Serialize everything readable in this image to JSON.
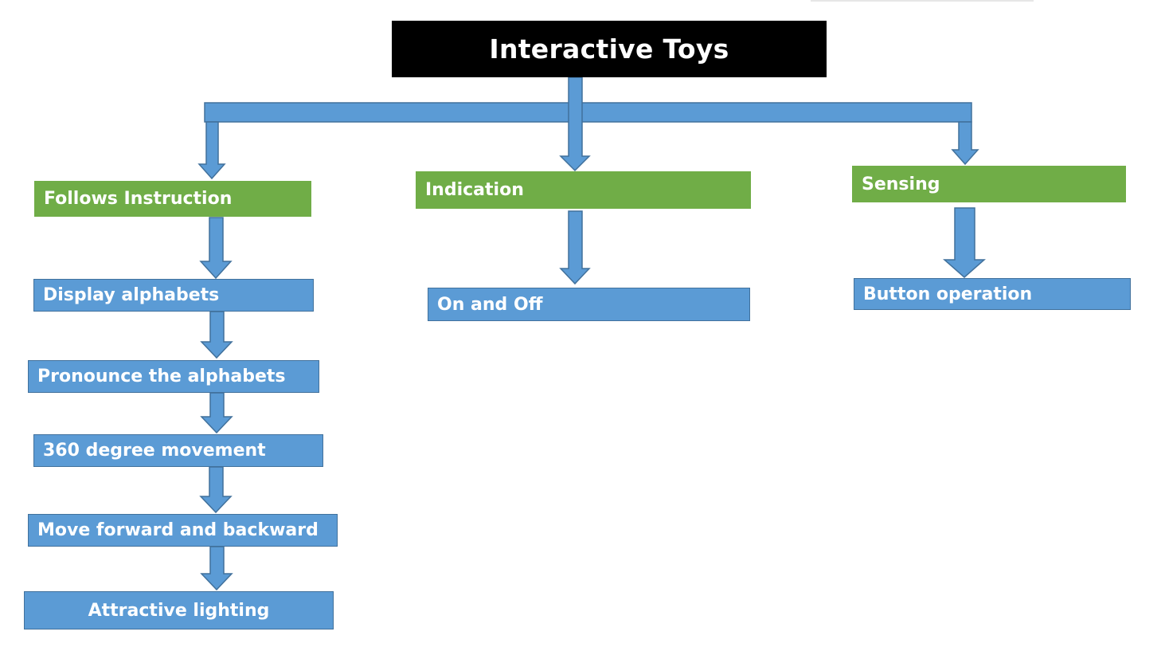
{
  "diagram": {
    "title": "Interactive Toys",
    "branches": [
      {
        "label": "Follows Instruction",
        "children": [
          "Display alphabets",
          "Pronounce the alphabets",
          "360 degree movement",
          "Move forward and backward",
          "Attractive lighting"
        ]
      },
      {
        "label": "Indication",
        "children": [
          "On and Off"
        ]
      },
      {
        "label": "Sensing",
        "children": [
          "Button operation"
        ]
      }
    ]
  },
  "colors": {
    "title_bg": "#000000",
    "category_bg": "#70ad47",
    "item_bg": "#5b9bd5",
    "item_border": "#41719c",
    "text": "#ffffff"
  }
}
